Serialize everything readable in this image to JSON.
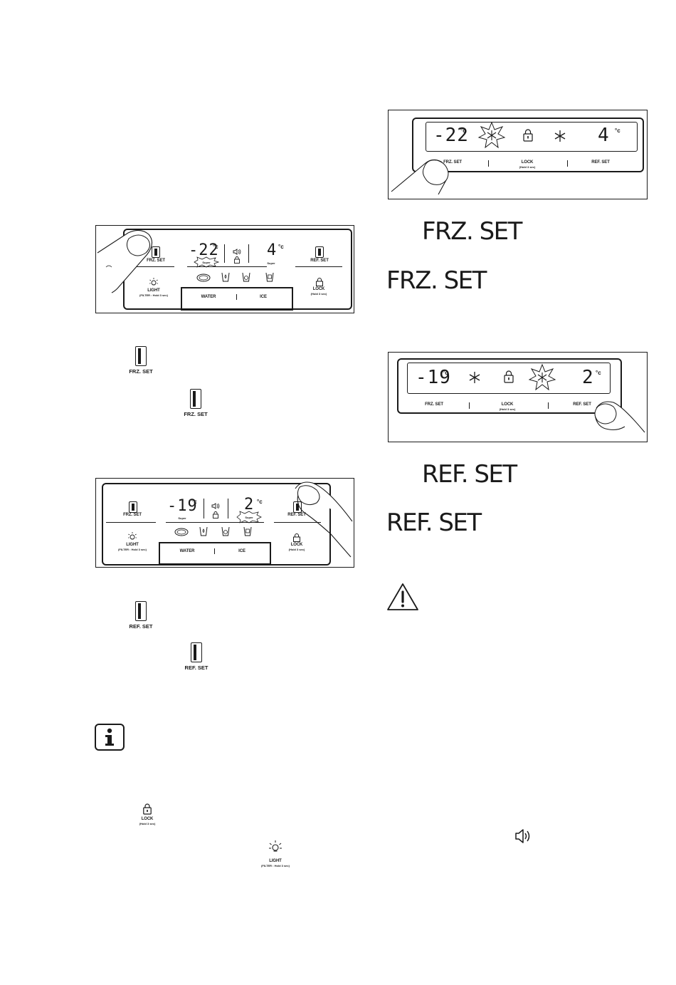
{
  "panel1": {
    "frz_temp": "-22",
    "ref_temp": "4",
    "deg": "°c",
    "frz_label": "FRZ. SET",
    "ref_label": "REF. SET",
    "super1": "Super",
    "super2": "Super",
    "light_label": "LIGHT",
    "light_sub": "(FILTER : Hold 3 sec)",
    "lock_label": "LOCK",
    "lock_sub": "(Hold 3 sec)",
    "water": "WATER",
    "ice": "ICE"
  },
  "panel2": {
    "frz_temp": "-19",
    "ref_temp": "2",
    "deg": "°c",
    "frz_label": "FRZ. SET",
    "ref_label": "REF. SET",
    "super1": "Super",
    "super2": "Super",
    "light_label": "LIGHT",
    "light_sub": "(FILTER : Hold 3 sec)",
    "lock_label": "LOCK",
    "lock_sub": "(Hold 3 sec)",
    "water": "WATER",
    "ice": "ICE"
  },
  "panel3": {
    "frz_temp": "-22",
    "ref_temp": "4",
    "deg": "°c",
    "frz_label": "FRZ. SET",
    "lock_label": "LOCK",
    "lock_sub": "(Hold 3 sec)",
    "ref_label": "REF. SET"
  },
  "panel4": {
    "frz_temp": "-19",
    "ref_temp": "2",
    "deg": "°c",
    "frz_label": "FRZ. SET",
    "lock_label": "LOCK",
    "lock_sub": "(Hold 3 sec)",
    "ref_label": "REF. SET"
  },
  "inline_icons": {
    "frz_set_1": "FRZ. SET",
    "frz_set_2": "FRZ. SET",
    "ref_set_1": "REF. SET",
    "ref_set_2": "REF. SET",
    "lock_label": "LOCK",
    "lock_sub": "(Hold 3 sec)",
    "light_label": "LIGHT",
    "light_sub": "(FILTER : Hold 3 sec)"
  },
  "big_labels": {
    "frz_1": "FRZ. SET",
    "frz_2": "FRZ. SET",
    "ref_1": "REF. SET",
    "ref_2": "REF. SET"
  }
}
